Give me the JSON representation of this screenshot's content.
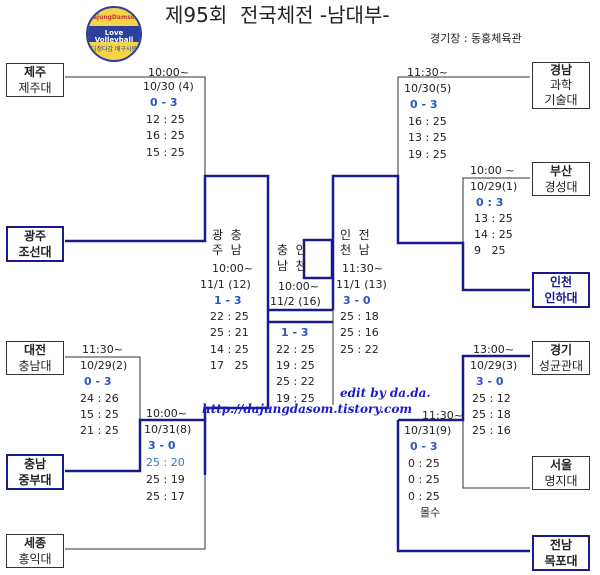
{
  "header": {
    "title": "제95회  전국체전 -남대부-",
    "venue": "경기장 : 동홍체육관",
    "logo_top": "DajungDamsom",
    "logo_main": "Love Volleyball",
    "logo_bottom": "다정다감 배구사랑"
  },
  "watermark": {
    "edit": "edit by da.da.",
    "url": "http://dajungdasom.tistory.com"
  },
  "teams": {
    "jeju": {
      "region": "제주",
      "school": "제주대"
    },
    "gwangju": {
      "region": "광주",
      "school": "조선대"
    },
    "daejeon": {
      "region": "대전",
      "school": "충남대"
    },
    "chungnam": {
      "region": "충남",
      "school": "중부대"
    },
    "sejong": {
      "region": "세종",
      "school": "홍익대"
    },
    "gyeongnam": {
      "region": "경남",
      "school_l1": "과학",
      "school_l2": "기술대"
    },
    "busan": {
      "region": "부산",
      "school": "경성대"
    },
    "incheon": {
      "region": "인천",
      "school": "인하대"
    },
    "gyeonggi": {
      "region": "경기",
      "school": "성균관대"
    },
    "seoul": {
      "region": "서울",
      "school": "명지대"
    },
    "jeonnam": {
      "region": "전남",
      "school": "목포대"
    }
  },
  "matches": {
    "m1": {
      "time": "10:00~",
      "date": "10/30 (4)",
      "score": "0 - 3",
      "sets": [
        "12 : 25",
        "16 : 25",
        "15 : 25"
      ]
    },
    "m2": {
      "time": "11:30~",
      "date": "10/29(2)",
      "score": "0 - 3",
      "sets": [
        "24 : 26",
        "15 : 25",
        "21 : 25"
      ]
    },
    "m3": {
      "time": "10:00~",
      "date": "10/31(8)",
      "score": "3 - 0",
      "sets": [
        "25 : 20",
        "25 : 19",
        "25 : 17"
      ]
    },
    "m4": {
      "time": "11:30~",
      "date": "10/30(5)",
      "score": "0 - 3",
      "sets": [
        "16 : 25",
        "13 : 25",
        "19 : 25"
      ]
    },
    "m5": {
      "time": "10:00 ~",
      "date": "10/29(1)",
      "score": "0 : 3",
      "sets": [
        "13 : 25",
        "14 : 25",
        "9   25"
      ]
    },
    "m6": {
      "time": "13:00~",
      "date": "10/29(3)",
      "score": "3 - 0",
      "sets": [
        "25 : 12",
        "25 : 18",
        "25 : 16"
      ]
    },
    "m7": {
      "time": "11:30~",
      "date": "10/31(9)",
      "score": "0 - 3",
      "sets": [
        "0 : 25",
        "0 : 25",
        "0 : 25"
      ],
      "note": "몰수"
    },
    "qf_left": {
      "teams": [
        "광  충",
        "주  남"
      ],
      "time": "10:00~",
      "date": "11/1 (12)",
      "score": "1 - 3",
      "sets": [
        "22 : 25",
        "25 : 21",
        "14 : 25",
        "17   25"
      ]
    },
    "qf_right": {
      "teams": [
        "인  전",
        "천  남"
      ],
      "time": "11:30~",
      "date": "11/1 (13)",
      "score": "3 - 0",
      "sets": [
        "25 : 18",
        "25 : 16",
        "25 : 22"
      ]
    },
    "final": {
      "teams": [
        "충  인",
        "남  천"
      ],
      "time": "10:00~",
      "date": "11/2 (16)",
      "score": "1 - 3",
      "sets": [
        "22 : 25",
        "19 : 25",
        "25 : 22",
        "19 : 25"
      ]
    }
  },
  "colors": {
    "winner_line": "#1a1a8a",
    "loser_line": "#333333",
    "score_blue": "#2a57c8"
  }
}
